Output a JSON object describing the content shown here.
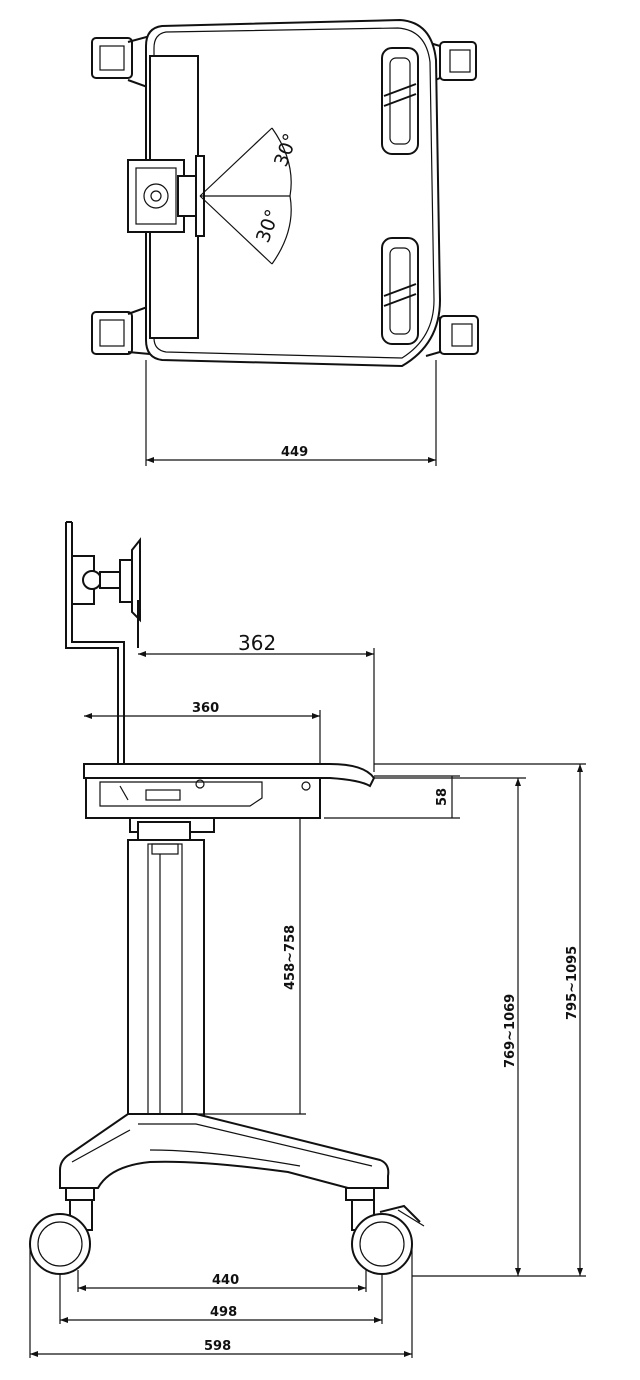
{
  "top_view": {
    "width_dim": "449",
    "angle_up": "30°",
    "angle_down": "30°"
  },
  "side_view": {
    "monitor_reach": "362",
    "tray_depth": "360",
    "tray_thickness": "58",
    "column_travel": "458~758",
    "tray_height": "769~1069",
    "overall_height": "795~1095",
    "wheel_span_inner": "440",
    "wheel_span_center": "498",
    "base_width": "598"
  }
}
